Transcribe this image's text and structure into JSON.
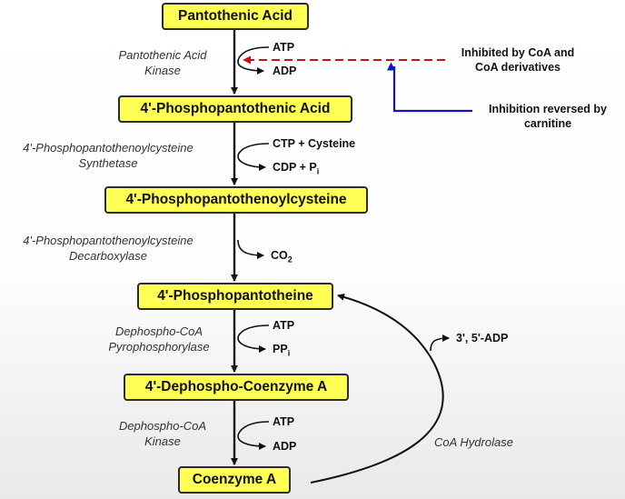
{
  "compounds": {
    "c1": "Pantothenic Acid",
    "c2": "4'-Phosphopantothenic Acid",
    "c3": "4'-Phosphopantothenoylcysteine",
    "c4": "4'-Phosphopantotheine",
    "c5": "4'-Dephospho-Coenzyme A",
    "c6": "Coenzyme A"
  },
  "enzymes": {
    "e1": {
      "line1": "Pantothenic Acid",
      "line2": "Kinase"
    },
    "e2": {
      "line1": "4'-Phosphopantothenoylcysteine",
      "line2": "Synthetase"
    },
    "e3": {
      "line1": "4'-Phosphopantothenoylcysteine",
      "line2": "Decarboxylase"
    },
    "e4": {
      "line1": "Dephospho-CoA",
      "line2": "Pyrophosphorylase"
    },
    "e5": {
      "line1": "Dephospho-CoA",
      "line2": "Kinase"
    },
    "hydrolase": "CoA Hydrolase"
  },
  "cofactors": {
    "s1_in": "ATP",
    "s1_out": "ADP",
    "s2_in": "CTP + Cysteine",
    "s2_out_main": "CDP + P",
    "s2_out_sub": "i",
    "s3_out_main": "CO",
    "s3_out_sub": "2",
    "s4_in": "ATP",
    "s4_out_main": "PP",
    "s4_out_sub": "i",
    "s5_in": "ATP",
    "s5_out": "ADP",
    "hydrolase_out": "3', 5'-ADP"
  },
  "notes": {
    "inhibition": {
      "line1": "Inhibited by CoA and",
      "line2": "CoA derivatives"
    },
    "reversal": {
      "line1": "Inhibition reversed by",
      "line2": "carnitine"
    }
  },
  "colors": {
    "box_fill": "#ffff55",
    "inhibition_arrow": "#cc1111",
    "reversal_arrow": "#1111cc"
  }
}
